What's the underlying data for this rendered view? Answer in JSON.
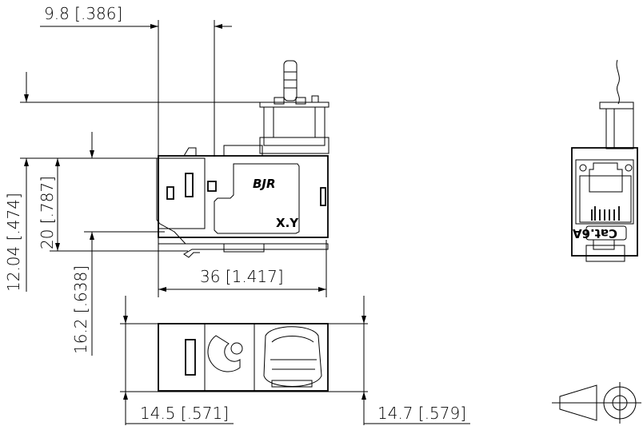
{
  "drawing": {
    "dimensions": {
      "top_offset": "9.8 [.386]",
      "height_total": "12.04 [.474]",
      "body_height": "20 [.787]",
      "depth": "16.2 [.638]",
      "length": "36 [1.417]",
      "bottom_left": "14.5 [.571]",
      "bottom_right": "14.7 [.579]"
    },
    "side_view": {
      "logo": "BJR",
      "label": "X.Y"
    },
    "front_view": {
      "label": "Cat.6A"
    },
    "projection_symbol": "first-angle-projection-icon"
  }
}
